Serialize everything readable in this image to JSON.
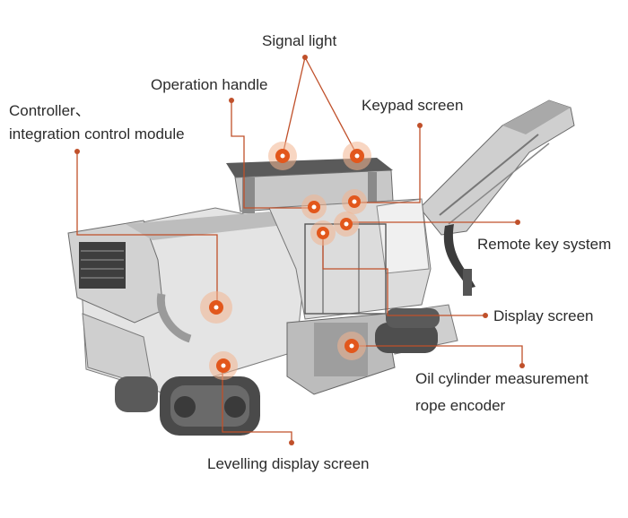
{
  "labels": {
    "signal_light": "Signal light",
    "operation_handle": "Operation handle",
    "controller_line1": "Controller、",
    "controller_line2": "integration control module",
    "keypad_screen": "Keypad screen",
    "remote_key_system": "Remote key system",
    "display_screen": "Display screen",
    "oil_cylinder_line1": "Oil cylinder measurement",
    "oil_cylinder_line2": "rope encoder",
    "levelling_display_screen": "Levelling display screen"
  },
  "colors": {
    "accent": "#e2571c",
    "leader_line": "#c0502a",
    "machine_body": "#d9d9d9",
    "machine_dark": "#4a4a4a",
    "text": "#2b2b2b"
  }
}
